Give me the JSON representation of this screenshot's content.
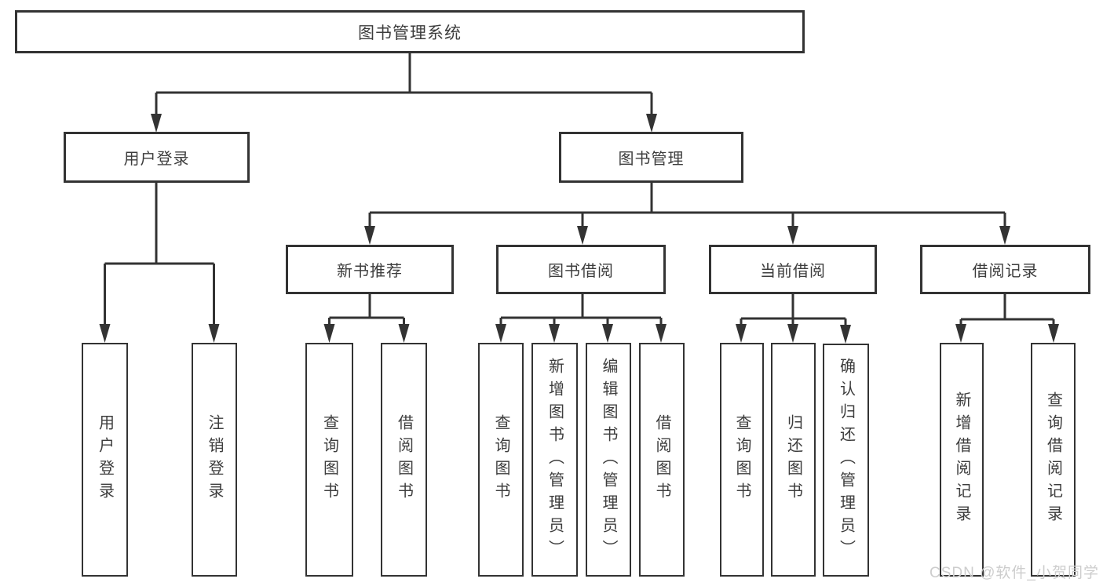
{
  "tree": {
    "label": "图书管理系统",
    "children": [
      {
        "label": "用户登录",
        "children": [
          {
            "label": "用户登录"
          },
          {
            "label": "注销登录"
          }
        ]
      },
      {
        "label": "图书管理",
        "children": [
          {
            "label": "新书推荐",
            "children": [
              {
                "label": "查询图书"
              },
              {
                "label": "借阅图书"
              }
            ]
          },
          {
            "label": "图书借阅",
            "children": [
              {
                "label": "查询图书"
              },
              {
                "label": "新增图书（管理员）"
              },
              {
                "label": "编辑图书（管理员）"
              },
              {
                "label": "借阅图书"
              }
            ]
          },
          {
            "label": "当前借阅",
            "children": [
              {
                "label": "查询图书"
              },
              {
                "label": "归还图书"
              },
              {
                "label": "确认归还（管理员）"
              }
            ]
          },
          {
            "label": "借阅记录",
            "children": [
              {
                "label": "新增借阅记录"
              },
              {
                "label": "查询借阅记录"
              }
            ]
          }
        ]
      }
    ]
  },
  "watermark": {
    "text": "CSDN @软件_小贺同学"
  },
  "colors": {
    "line": "#333333",
    "text": "#3d3d3d",
    "background": "#ffffff",
    "watermark": "#cdcdcd"
  }
}
